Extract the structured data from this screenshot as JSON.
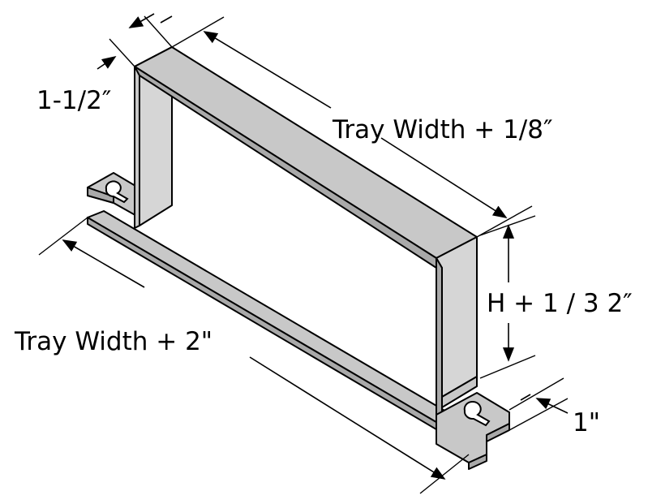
{
  "diagram": {
    "labels": {
      "flange_width": "1-1/2″",
      "top_span": "Tray Width + 1/8″",
      "height": "H + 1 / 3 2″",
      "base_span": "Tray Width + 2\"",
      "foot_width": "1\""
    },
    "colors": {
      "metal_face": "#c8c8c8",
      "metal_edge": "#a9a9a9",
      "line": "#000000",
      "background": "#ffffff"
    }
  }
}
